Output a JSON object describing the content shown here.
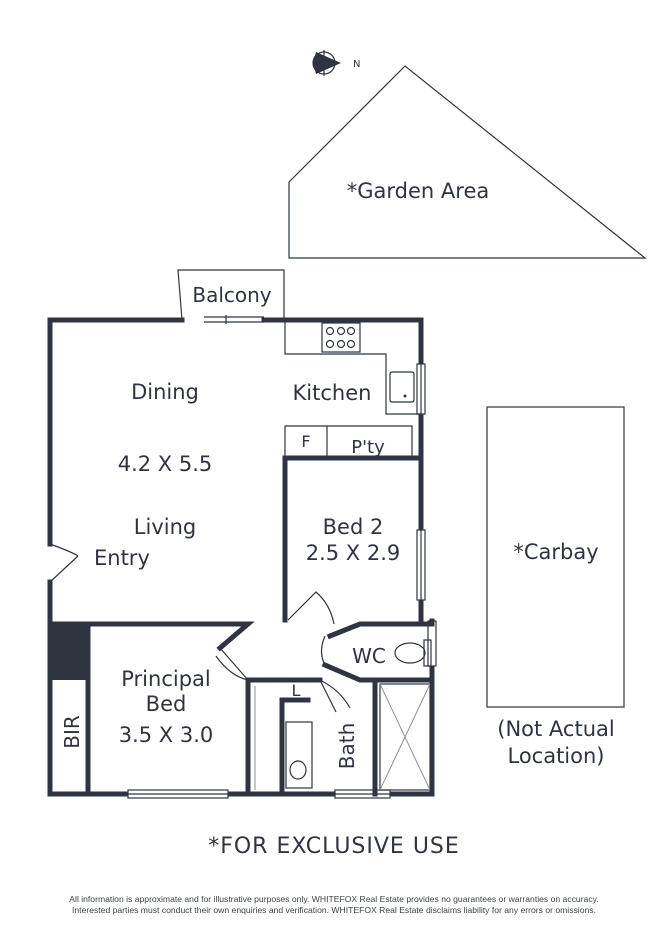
{
  "plan": {
    "compass_label": "N",
    "rooms": {
      "garden": "*Garden Area",
      "balcony": "Balcony",
      "dining": "Dining",
      "living_dims": "4.2 X 5.5",
      "living": "Living",
      "entry": "Entry",
      "kitchen": "Kitchen",
      "fridge": "F",
      "pantry": "P'ty",
      "bed2": "Bed 2",
      "bed2_dims": "2.5 X 2.9",
      "carbay": "*Carbay",
      "carbay_note_1": "(Not Actual",
      "carbay_note_2": "Location)",
      "wc": "WC",
      "linen": "L",
      "principal_1": "Principal",
      "principal_2": "Bed",
      "principal_dims": "3.5 X 3.0",
      "bir": "BIR",
      "bath": "Bath"
    },
    "exclusive_use": "*FOR EXCLUSIVE USE",
    "disclaimer_1": "All information is approximate and for illustrative purposes only. WHITEFOX Real Estate provides no guarantees or warranties on accuracy.",
    "disclaimer_2": "Interested parties must conduct their own enquiries and verification. WHITEFOX Real Estate disclaims liability for any errors or omissions."
  },
  "colors": {
    "wall": "#2f3440",
    "background": "#ffffff"
  }
}
